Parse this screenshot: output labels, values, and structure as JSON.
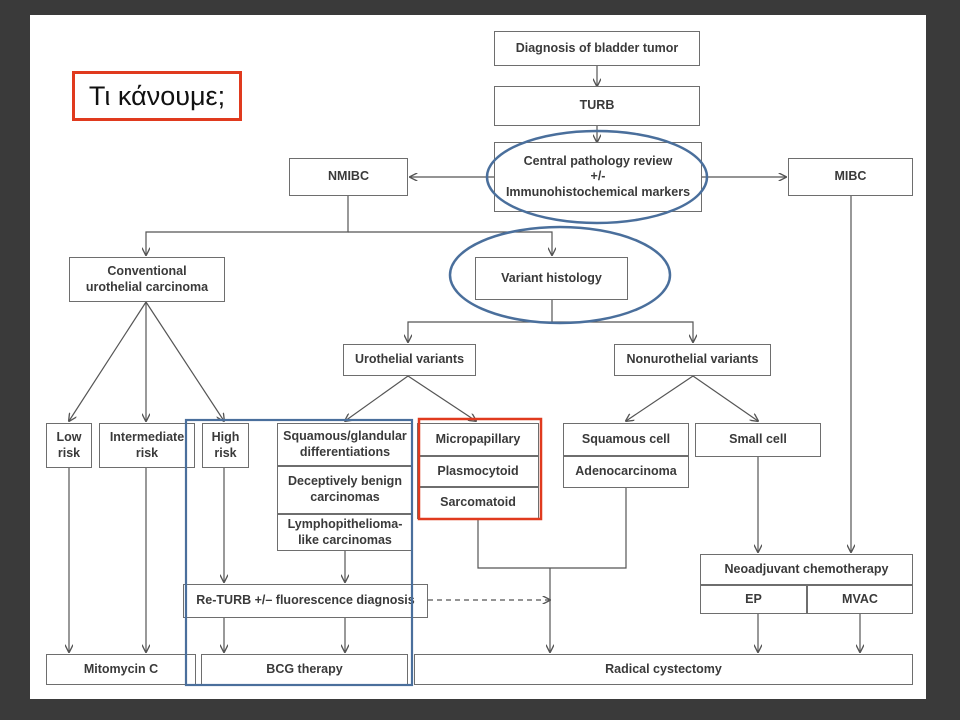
{
  "title": "Τι κάνουμε;",
  "colors": {
    "slide_background": "#ffffff",
    "page_background": "#3a3a3a",
    "box_border": "#6e6e6e",
    "box_text": "#3a3a3a",
    "title_highlight": "#e03a1e",
    "variant_highlight": "#e03a1e",
    "circle_highlight": "#4a6f9c",
    "bcg_highlight": "#4a6f9c"
  },
  "flowchart": {
    "diagnosis": "Diagnosis of bladder tumor",
    "turb": "TURB",
    "central_review": "Central pathology review\n+/-\nImmunohistochemical markers",
    "nmibc": "NMIBC",
    "mibc": "MIBC",
    "conventional": "Conventional\nurothelial carcinoma",
    "variant_histology": "Variant histology",
    "urothelial_variants": "Urothelial variants",
    "nonurothelial_variants": "Nonurothelial variants",
    "low_risk": "Low\nrisk",
    "intermediate_risk": "Intermediate\nrisk",
    "high_risk": "High\nrisk",
    "squamous_glandular": "Squamous/glandular\ndifferentiations",
    "deceptively_benign": "Deceptively benign\ncarcinomas",
    "lymphoepithelioma": "Lymphopithelioma-\nlike carcinomas",
    "micropapillary": "Micropapillary",
    "plasmocytoid": "Plasmocytoid",
    "sarcomatoid": "Sarcomatoid",
    "squamous_cell": "Squamous cell",
    "adenocarcinoma": "Adenocarcinoma",
    "small_cell": "Small cell",
    "neoadjuvant": "Neoadjuvant chemotherapy",
    "ep": "EP",
    "mvac": "MVAC",
    "re_turb": "Re-TURB +/– fluorescence diagnosis",
    "mitomycin": "Mitomycin C",
    "bcg": "BCG therapy",
    "radical_cystectomy": "Radical cystectomy"
  }
}
